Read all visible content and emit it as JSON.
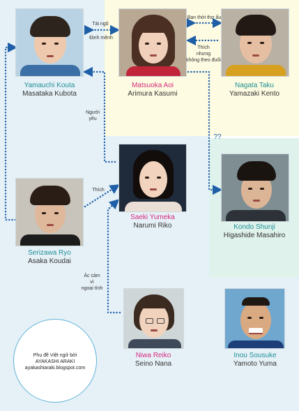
{
  "characters": {
    "kouta": {
      "name": "Yamauchi Kouta",
      "actor": "Masataka Kubota"
    },
    "aoi": {
      "name": "Matsuoka Aoi",
      "actor": "Arimura Kasumi"
    },
    "taku": {
      "name": "Nagata Taku",
      "actor": "Yamazaki Kento"
    },
    "yumeka": {
      "name": "Saeki Yumeka",
      "actor": "Narumi Riko"
    },
    "shunji": {
      "name": "Kondo Shunji",
      "actor": "Higashide Masahiro"
    },
    "ryo": {
      "name": "Serizawa Ryo",
      "actor": "Asaka Koudai"
    },
    "reiko": {
      "name": "Niwa Reiko",
      "actor": "Seino Nana"
    },
    "sousuke": {
      "name": "Inou Sousuke",
      "actor": "Yamoto Yuma"
    }
  },
  "relations": {
    "tai_ngo": "Tái ngộ",
    "dinh_menh": "Định mệnh",
    "ban_tho_au": "Bạn thời thơ ấu",
    "thich_nhung_1": "Thích",
    "thich_nhung_2": "nhưng",
    "thich_nhung_3": "không theo đuổi",
    "nguoi_yeu_1": "Người",
    "nguoi_yeu_2": "yêu",
    "question": "??",
    "thich": "Thích",
    "ac_cam_1": "Ác cảm",
    "ac_cam_2": "vì",
    "ac_cam_3": "ngoại tình"
  },
  "credit": {
    "line1": "Phụ đề Việt ngữ bởi",
    "line2": "AYAKASHI ARAKI",
    "line3": "ayakashiaraki.blogspot.com"
  },
  "colors": {
    "link": "#1f5fa8",
    "teal": "#1f8f95",
    "pink": "#d42a7d",
    "circle": "#5fb3d8"
  }
}
